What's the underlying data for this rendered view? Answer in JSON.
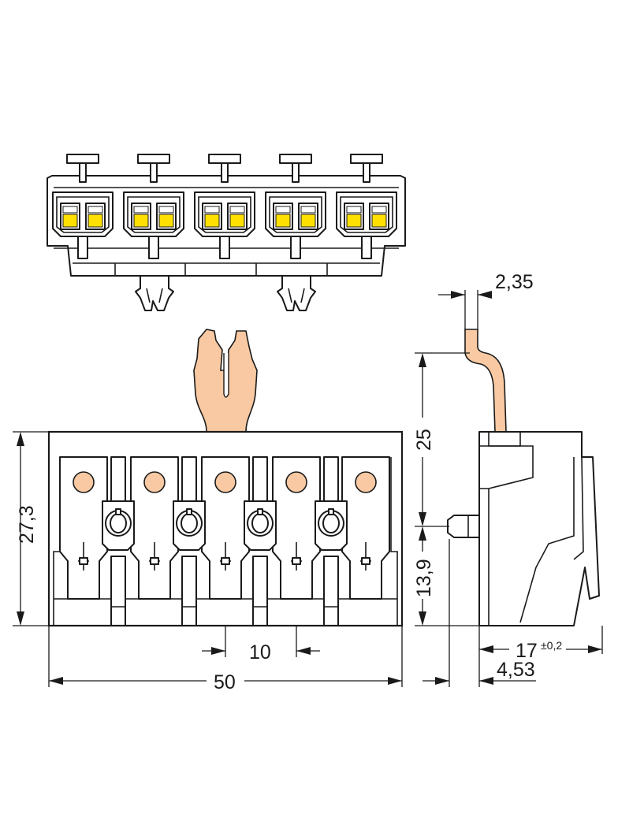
{
  "colors": {
    "outline": "#1a1a1a",
    "body_fill": "#f2f2f2",
    "orange_contact": "#f8c9a2",
    "yellow_contact": "#ffe000"
  },
  "icons": [
    "release-lever-icon",
    "contact-hole-icon",
    "mounting-foot-icon",
    "keying-slot-icon"
  ],
  "dimensions": {
    "height_overall": "27,3",
    "width_overall": "50",
    "pitch": "10",
    "pin_height": "25",
    "mount_height": "13,9",
    "depth": "17",
    "depth_tolerance": "±0,2",
    "pin_offset": "4,53",
    "pin_thickness": "2,35"
  }
}
